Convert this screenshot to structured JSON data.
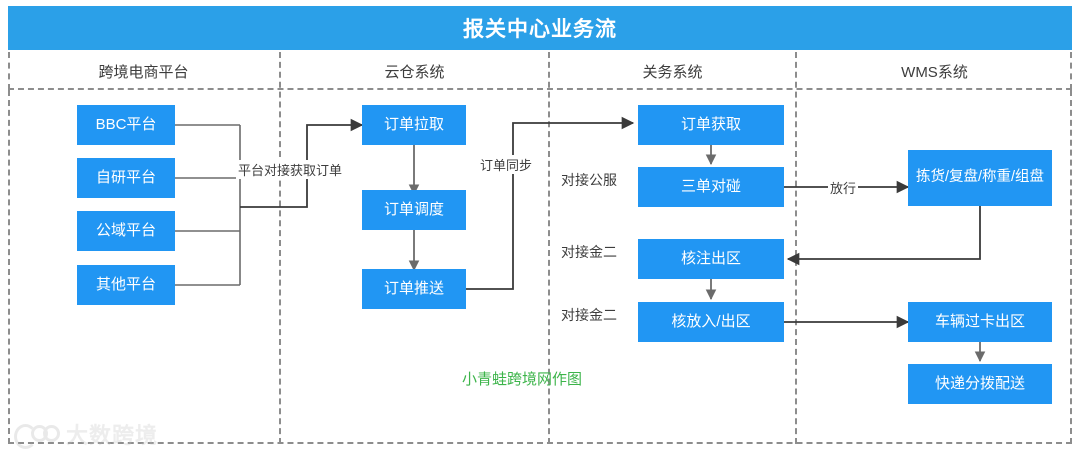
{
  "diagram": {
    "title": "报关中心业务流",
    "credit": "小青蛙跨境网作图",
    "watermark": "大数跨境",
    "accent_color": "#2196f3",
    "title_bar_color": "#2ba0e8",
    "credit_color": "#3cb44a",
    "line_color": "#4d4d4d",
    "lane_border_color": "#8d8d8d"
  },
  "lanes": [
    {
      "id": "lane-ecommerce",
      "label": "跨境电商平台"
    },
    {
      "id": "lane-cloud-warehouse",
      "label": "云仓系统"
    },
    {
      "id": "lane-customs",
      "label": "关务系统"
    },
    {
      "id": "lane-wms",
      "label": "WMS系统"
    }
  ],
  "nodes": {
    "bbc_platform": "BBC平台",
    "self_platform": "自研平台",
    "public_platform": "公域平台",
    "other_platform": "其他平台",
    "order_pull": "订单拉取",
    "order_dispatch": "订单调度",
    "order_push": "订单推送",
    "order_fetch": "订单获取",
    "three_doc_match": "三单对碰",
    "verify_note_exit": "核注出区",
    "verify_release_in_out": "核放入/出区",
    "pick_check_weigh": "拣货/复盘/称重/组盘",
    "vehicle_gate_exit": "车辆过卡出区",
    "express_sort_delivery": "快递分拨配送"
  },
  "edge_labels": {
    "platform_docking": "平台对接获取订单",
    "order_sync": "订单同步",
    "release": "放行"
  },
  "lane_notes": {
    "public_service": "对接公服",
    "golden_tax_2_a": "对接金二",
    "golden_tax_2_b": "对接金二"
  }
}
